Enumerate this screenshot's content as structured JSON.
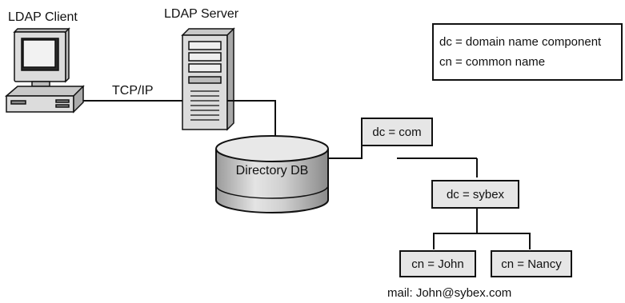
{
  "labels": {
    "client": "LDAP Client",
    "server": "LDAP Server",
    "protocol": "TCP/IP",
    "database": "Directory DB",
    "mail": "mail: John@sybex.com"
  },
  "legend": {
    "line1": "dc = domain name component",
    "line2": "cn = common name"
  },
  "tree": {
    "root": "dc = com",
    "child": "dc = sybex",
    "leaf_left": "cn = John",
    "leaf_right": "cn = Nancy"
  },
  "colors": {
    "stroke": "#111111",
    "box_fill": "#e6e6e6",
    "device_fill": "#dcdcdc",
    "screen_fill": "#2a2a2a"
  },
  "icons": [
    "desktop-computer-icon",
    "server-tower-icon",
    "database-cylinder-icon"
  ]
}
